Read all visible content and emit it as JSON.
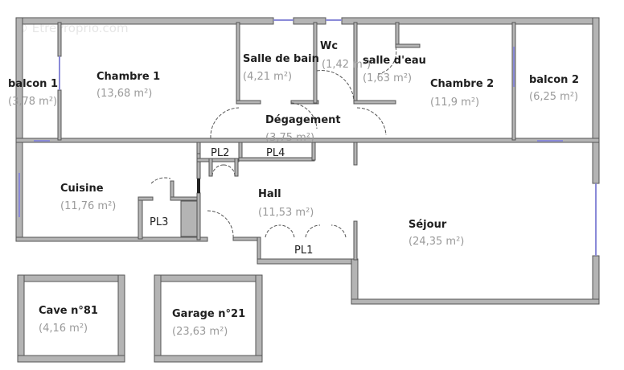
{
  "watermark": "© EtreProprio.com",
  "rooms": {
    "balcon1": {
      "name": "balcon 1",
      "area": "(3,78 m²)"
    },
    "chambre1": {
      "name": "Chambre 1",
      "area": "(13,68 m²)"
    },
    "salle_de_bain": {
      "name": "Salle de bain",
      "area": "(4,21 m²)"
    },
    "wc": {
      "name": "Wc",
      "area": "(1,42 m²)"
    },
    "salle_deau": {
      "name": "salle d'eau",
      "area": "(1,63 m²)"
    },
    "chambre2": {
      "name": "Chambre 2",
      "area": "(11,9 m²)"
    },
    "balcon2": {
      "name": "balcon 2",
      "area": "(6,25 m²)"
    },
    "degagement": {
      "name": "Dégagement",
      "area": "(3,75 m²)"
    },
    "cuisine": {
      "name": "Cuisine",
      "area": "(11,76 m²)"
    },
    "hall": {
      "name": "Hall",
      "area": "(11,53 m²)"
    },
    "sejour": {
      "name": "Séjour",
      "area": "(24,35 m²)"
    },
    "cave": {
      "name": "Cave n°81",
      "area": "(4,16 m²)"
    },
    "garage": {
      "name": "Garage n°21",
      "area": "(23,63 m²)"
    }
  },
  "closets": {
    "pl1": "PL1",
    "pl2": "PL2",
    "pl3": "PL3",
    "pl4": "PL4"
  },
  "colors": {
    "wall": "#b4b4b4",
    "window": "#8a8ad8",
    "label": "#1e1e1e",
    "area": "#9a9a9a"
  }
}
